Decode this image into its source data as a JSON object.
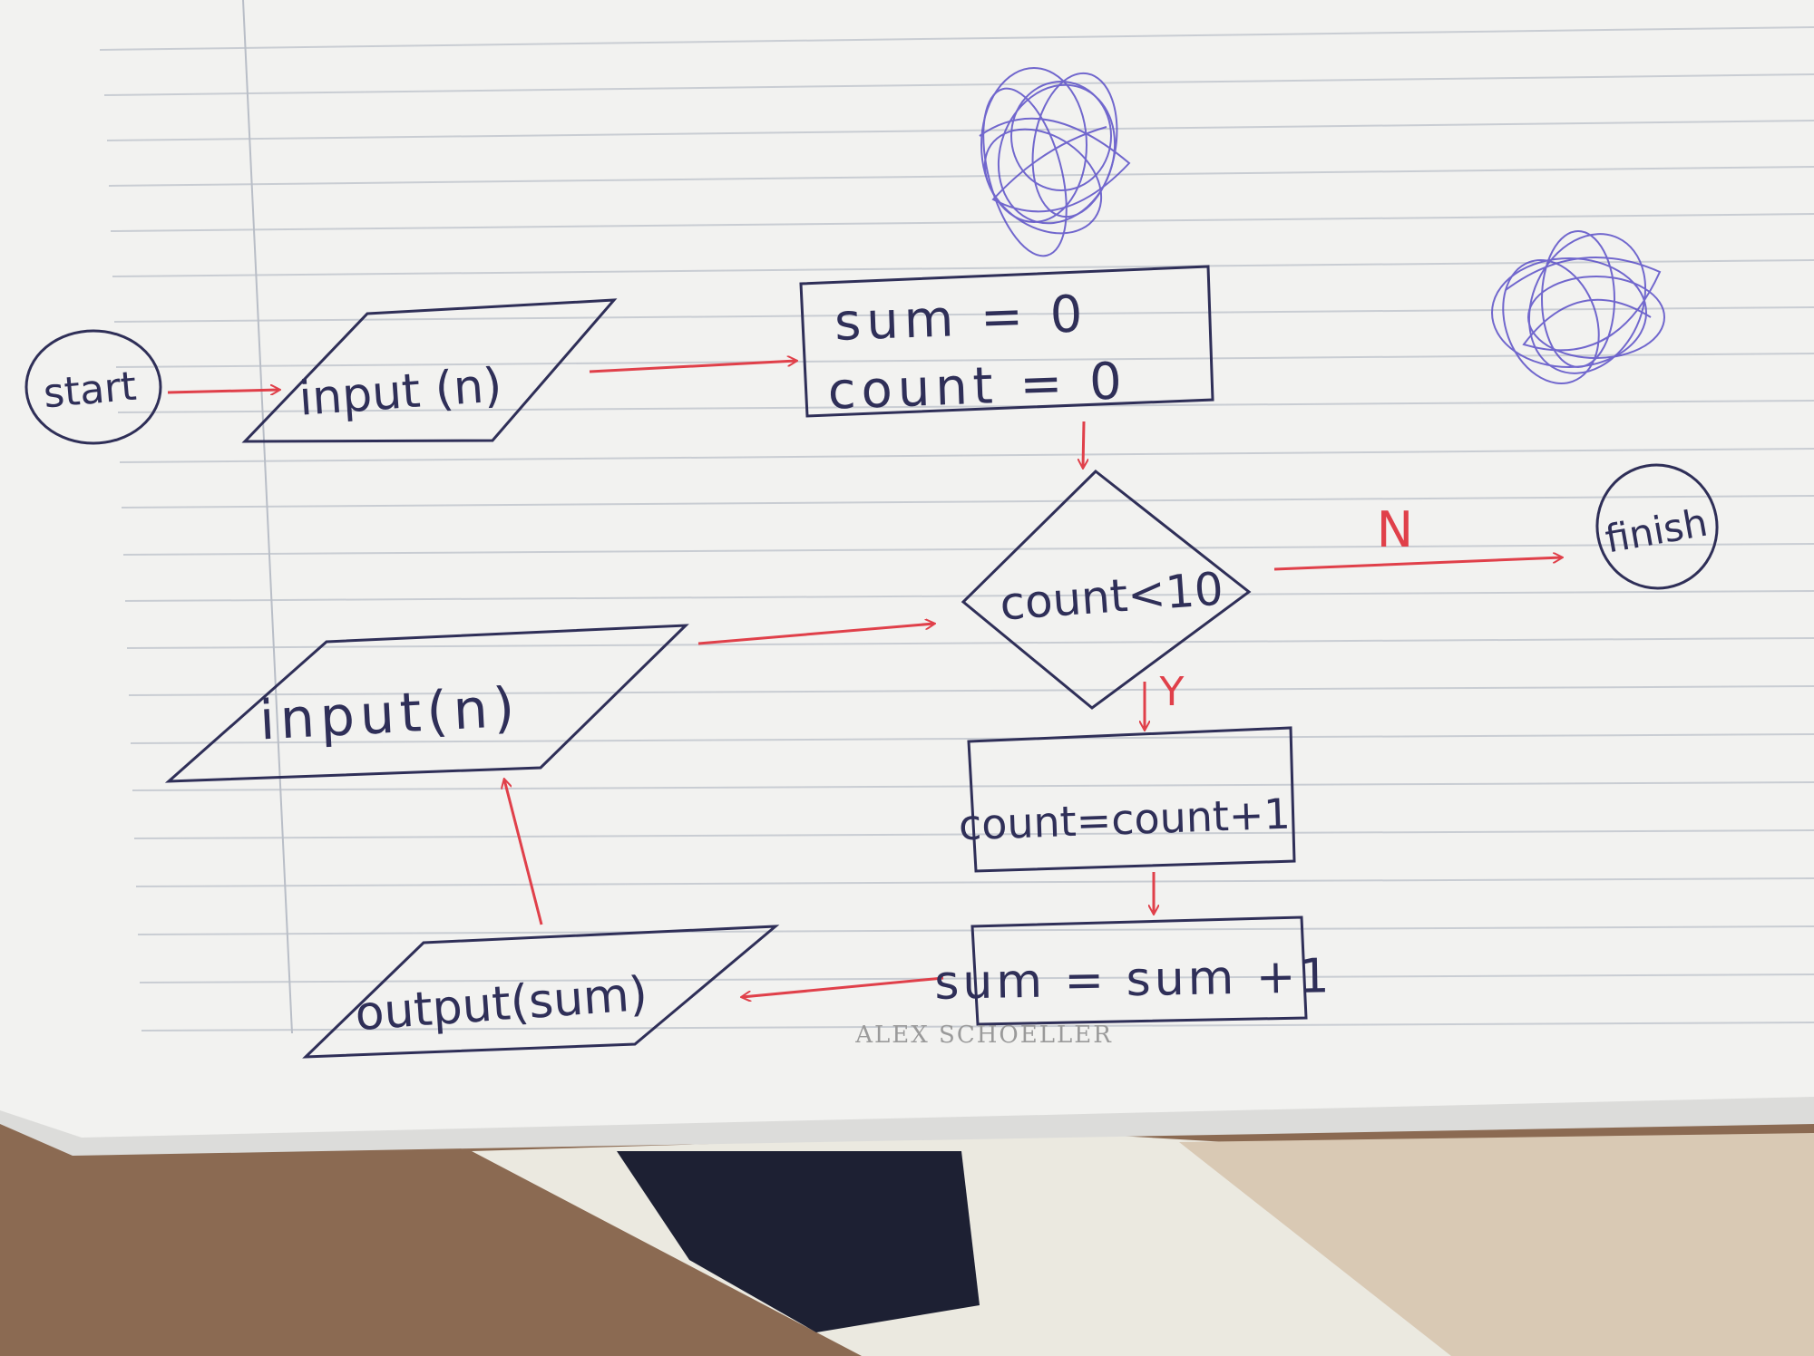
{
  "diagram": {
    "nodes": {
      "start": "start",
      "input_top": "input (n)",
      "init_sum": "sum = 0",
      "init_count": "count = 0",
      "condition": "count<10",
      "finish": "finish",
      "input_left": "input(n)",
      "increment_count": "count=count+1",
      "update_sum": "sum = sum +1",
      "output": "output(sum)"
    },
    "edge_labels": {
      "no": "N",
      "yes": "Y"
    },
    "brand": "ALEX SCHOELLER",
    "colors": {
      "ink": "#2f2f58",
      "arrow": "#e0404a",
      "scribble": "#5b4fc8",
      "paper": "#f2f2f0",
      "rule": "#c9cdd3"
    }
  }
}
